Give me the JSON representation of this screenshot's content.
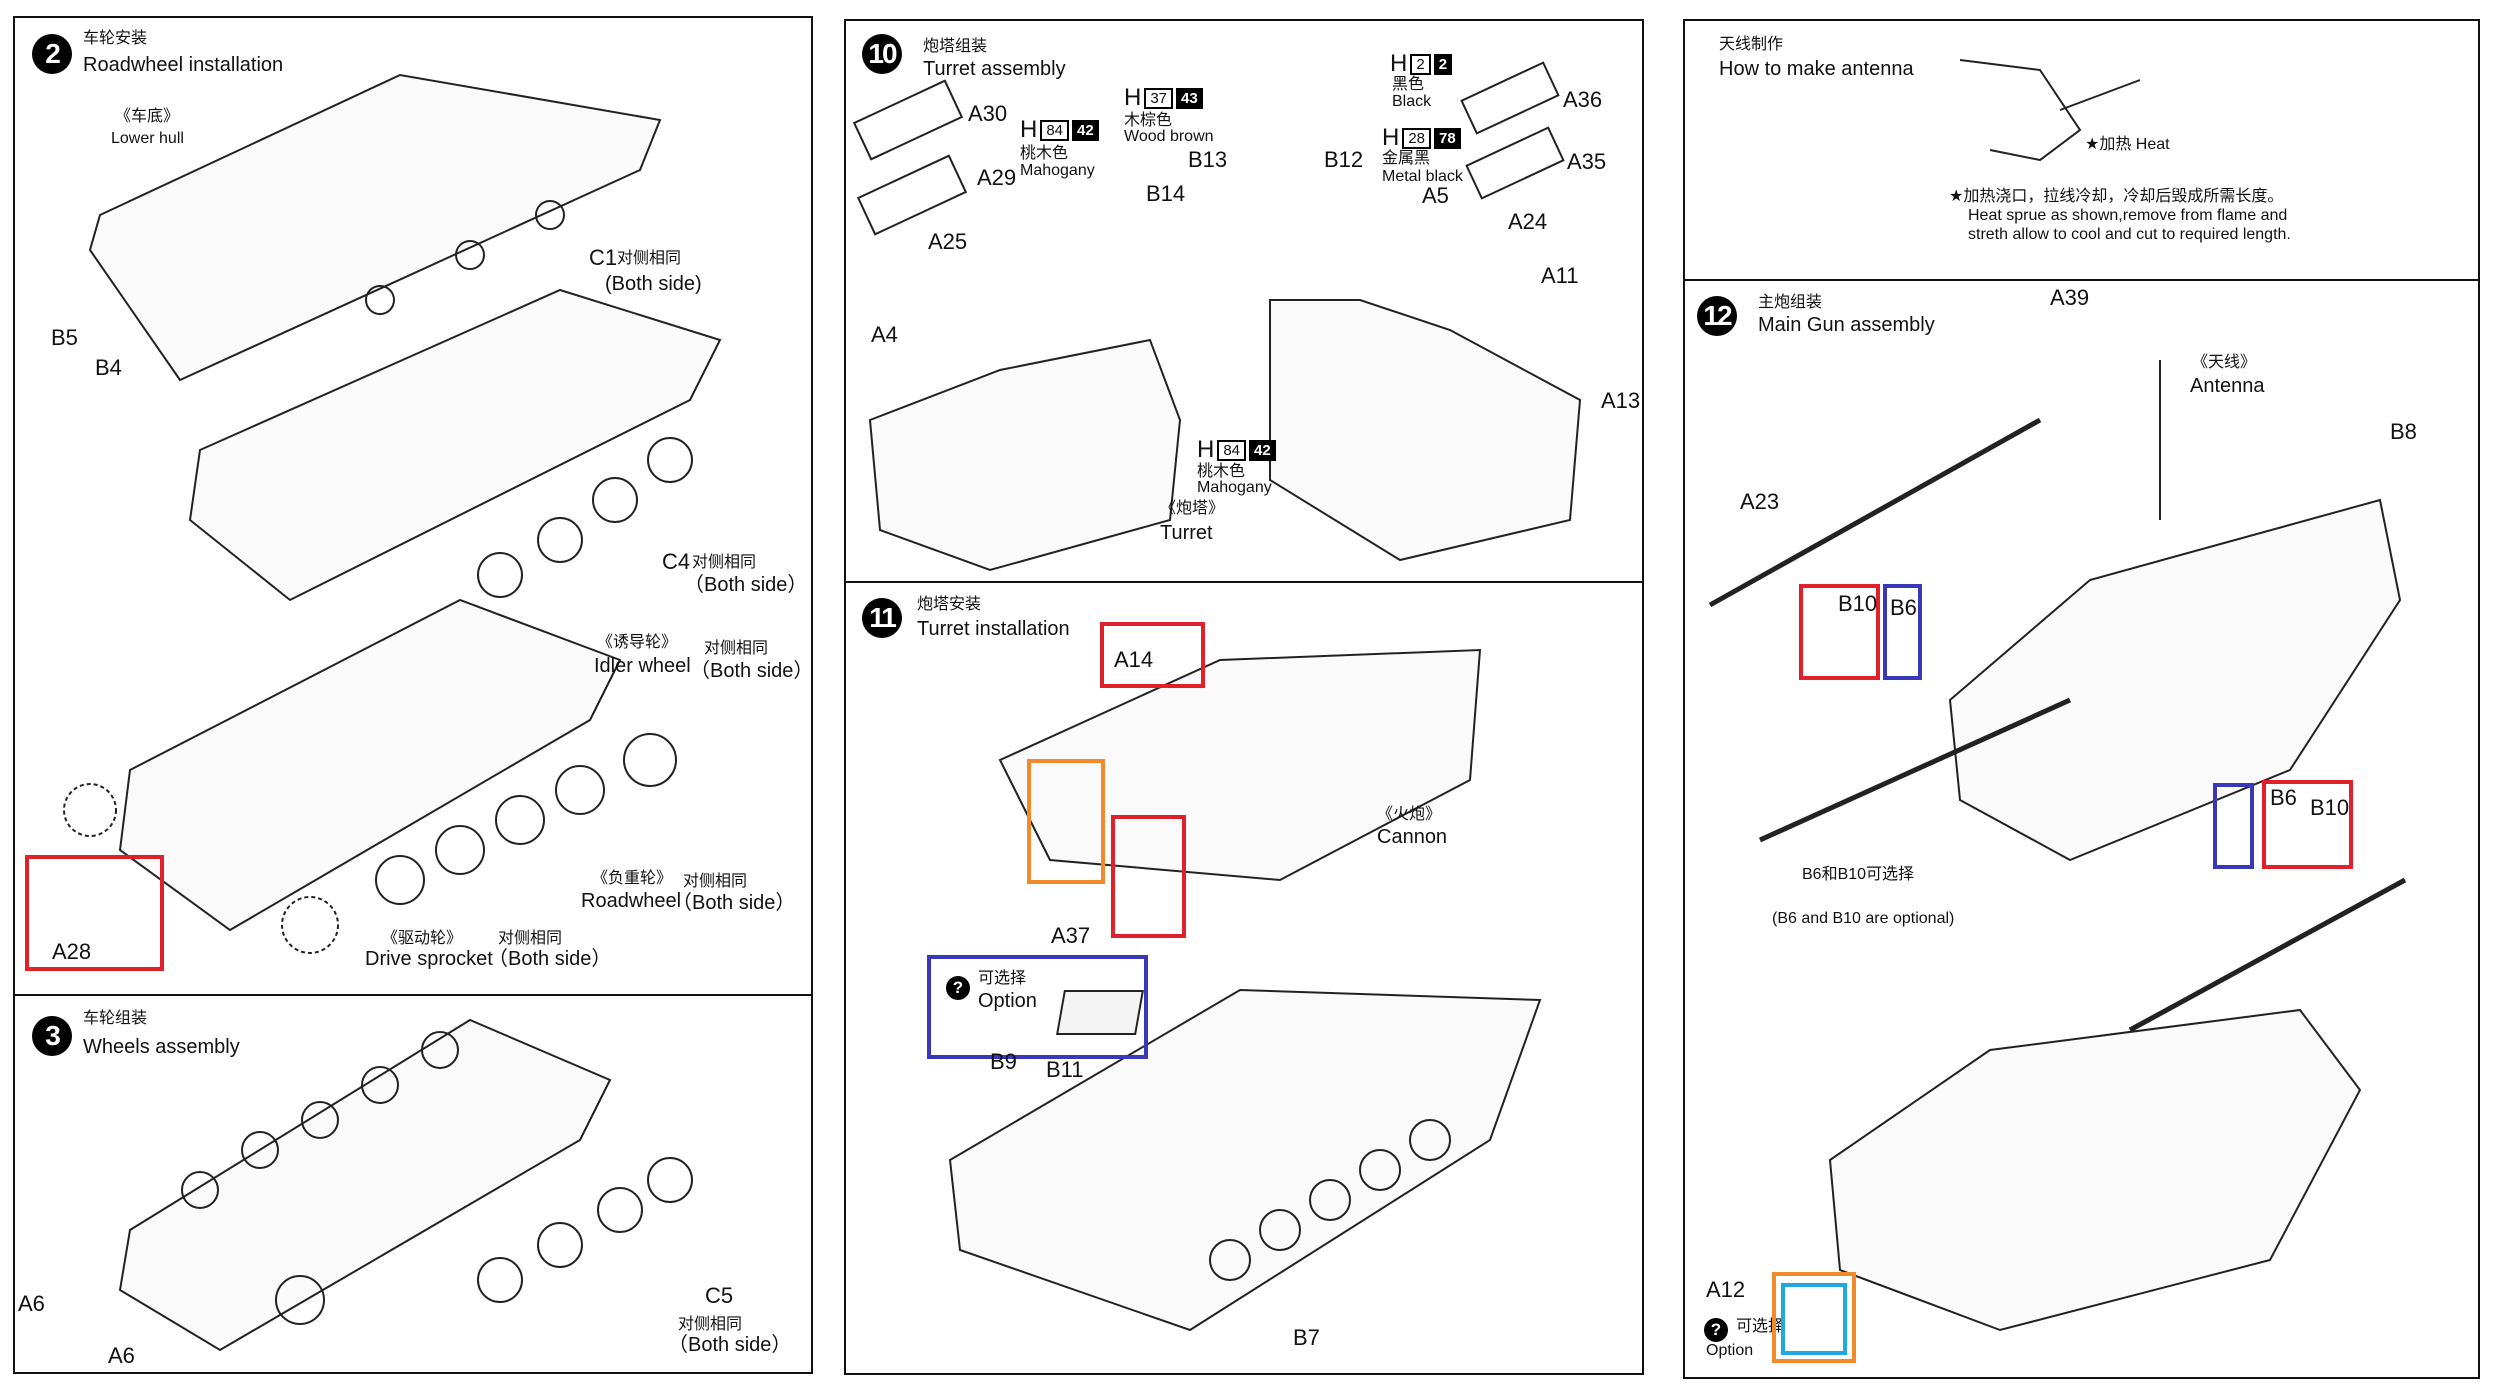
{
  "step2": {
    "number": "2",
    "title_zh": "车轮安装",
    "title_en": "Roadwheel installation",
    "lower_hull_zh": "《车底》",
    "lower_hull_en": "Lower hull",
    "parts": {
      "b5": "B5",
      "b4": "B4",
      "c1": "C1",
      "c4": "C4",
      "a28": "A28"
    },
    "both_side_zh": "对侧相同",
    "both_side_paren": "(Both side)",
    "both_side_full": "（Both side）",
    "idler_zh": "《诱导轮》",
    "idler_en": "Idler wheel",
    "roadwheel_zh": "《负重轮》",
    "roadwheel_en": "Roadwheel",
    "sprocket_zh": "《驱动轮》",
    "sprocket_en": "Drive sprocket"
  },
  "step3": {
    "number": "3",
    "title_zh": "车轮组装",
    "title_en": "Wheels assembly",
    "parts": {
      "a6": "A6",
      "c5": "C5"
    },
    "both_side_zh": "对侧相同",
    "both_side_full": "（Both side）"
  },
  "step10": {
    "number": "10",
    "title_zh": "炮塔组装",
    "title_en": "Turret assembly",
    "parts": {
      "a30": "A30",
      "a29": "A29",
      "a25": "A25",
      "a4": "A4",
      "b14": "B14",
      "b13": "B13",
      "b12": "B12",
      "a5": "A5",
      "a24": "A24",
      "a11": "A11",
      "a13": "A13",
      "a36": "A36",
      "a35": "A35"
    },
    "paints": {
      "mahogany": {
        "h": "H",
        "code1": "84",
        "code2": "42",
        "zh": "桃木色",
        "en": "Mahogany"
      },
      "wood_brown": {
        "h": "H",
        "code1": "37",
        "code2": "43",
        "zh": "木棕色",
        "en": "Wood brown"
      },
      "black": {
        "h": "H",
        "code1": "2",
        "code2": "2",
        "zh": "黑色",
        "en": "Black"
      },
      "metal_black": {
        "h": "H",
        "code1": "28",
        "code2": "78",
        "zh": "金属黑",
        "en": "Metal black"
      }
    },
    "turret_zh": "《炮塔》",
    "turret_en": "Turret"
  },
  "step11": {
    "number": "11",
    "title_zh": "炮塔安装",
    "title_en": "Turret installation",
    "parts": {
      "a14": "A14",
      "a37": "A37",
      "b11": "B11",
      "b9": "B9",
      "b7": "B7"
    },
    "cannon_zh": "《火炮》",
    "cannon_en": "Cannon",
    "option_icon": "?",
    "option_zh": "可选择",
    "option_en": "Option"
  },
  "antenna": {
    "title_zh": "天线制作",
    "title_en": "How to make antenna",
    "heat_label": "★加热  Heat",
    "note_zh": "★加热浇口，拉线冷却，冷却后毁成所需长度。",
    "note_en_1": "Heat sprue as shown,remove from flame and",
    "note_en_2": "streth allow to cool and cut to required length."
  },
  "step12": {
    "number": "12",
    "title_zh": "主炮组装",
    "title_en": "Main Gun assembly",
    "parts": {
      "a39": "A39",
      "b8": "B8",
      "a23": "A23",
      "b10": "B10",
      "b6": "B6",
      "a12": "A12"
    },
    "antenna_zh": "《天线》",
    "antenna_en": "Antenna",
    "optional_zh": "B6和B10可选择",
    "optional_en": "(B6 and B10 are optional)",
    "option_icon": "?",
    "option_zh": "可选择",
    "option_en": "Option"
  },
  "highlight_colors": {
    "red": "#e0202a",
    "blue": "#3838b8",
    "orange": "#f08a2a",
    "cyan": "#20a8e0"
  }
}
